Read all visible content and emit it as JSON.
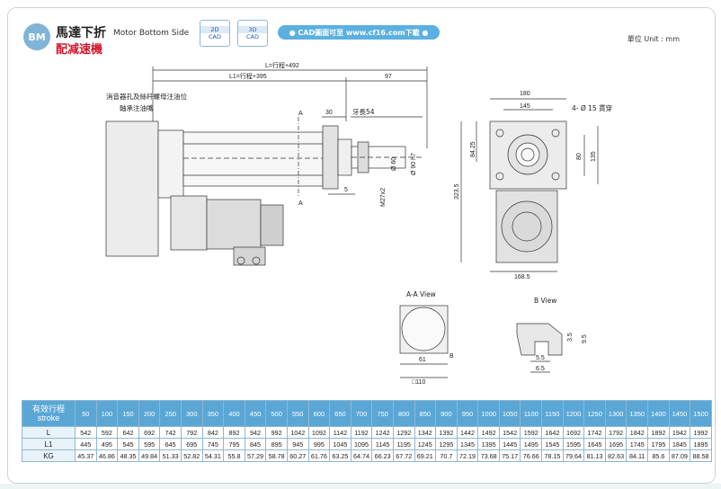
{
  "header": {
    "badge": "BM",
    "title": "馬達下折",
    "subtitle": "Motor Bottom Side",
    "red_title": "配减速機",
    "cad2d_top": "2D",
    "cad2d_bottom": "CAD",
    "cad3d_top": "3D",
    "cad3d_bottom": "CAD",
    "cad_link": "● CAD圖面可至 www.cf16.com下載 ●",
    "unit": "單位 Unit : mm"
  },
  "drawing": {
    "dim_L": "L=行程+492",
    "dim_L1": "L1=行程+395",
    "dim_97": "97",
    "dim_30": "30",
    "dim_thread": "牙長54",
    "dim_5": "5",
    "section_A": "A",
    "label_muffler": "消音器孔及絲杆螺母注油位",
    "label_bearing": "軸承注油嘴",
    "dim_phi60": "Ø 60",
    "dim_phi90": "Ø 90 h7",
    "dim_M27": "M27x2",
    "dim_180": "180",
    "dim_145": "145",
    "dim_holes": "4- Ø 15 貫穿",
    "dim_84_25": "84.25",
    "dim_80": "80",
    "dim_135": "135",
    "dim_323_5": "323.5",
    "dim_168_5": "168.5",
    "aa_view": "A-A View",
    "b_view": "B View",
    "dim_61": "61",
    "dim_B": "B",
    "dim_110": "□110",
    "dim_3_5": "3.5",
    "dim_9_5": "9.5",
    "dim_5_5": "5.5",
    "dim_6_5": "6.5"
  },
  "table": {
    "header_cn": "有效行程",
    "header_en": "stroke",
    "strokes": [
      "50",
      "100",
      "150",
      "200",
      "250",
      "300",
      "350",
      "400",
      "450",
      "500",
      "550",
      "600",
      "650",
      "700",
      "750",
      "800",
      "850",
      "900",
      "950",
      "1000",
      "1050",
      "1100",
      "1150",
      "1200",
      "1250",
      "1300",
      "1350",
      "1400",
      "1450",
      "1500"
    ],
    "rows": [
      {
        "label": "L",
        "values": [
          "542",
          "592",
          "642",
          "692",
          "742",
          "792",
          "842",
          "892",
          "942",
          "992",
          "1042",
          "1092",
          "1142",
          "1192",
          "1242",
          "1292",
          "1342",
          "1392",
          "1442",
          "1492",
          "1542",
          "1592",
          "1642",
          "1692",
          "1742",
          "1792",
          "1842",
          "1892",
          "1942",
          "1992"
        ]
      },
      {
        "label": "L1",
        "values": [
          "445",
          "495",
          "545",
          "595",
          "645",
          "695",
          "745",
          "795",
          "845",
          "895",
          "945",
          "995",
          "1045",
          "1095",
          "1145",
          "1195",
          "1245",
          "1295",
          "1345",
          "1395",
          "1445",
          "1495",
          "1545",
          "1595",
          "1645",
          "1695",
          "1745",
          "1795",
          "1845",
          "1895"
        ]
      },
      {
        "label": "KG",
        "values": [
          "45.37",
          "46.86",
          "48.35",
          "49.84",
          "51.33",
          "52.82",
          "54.31",
          "55.8",
          "57.29",
          "58.78",
          "60.27",
          "61.76",
          "63.25",
          "64.74",
          "66.23",
          "67.72",
          "69.21",
          "70.7",
          "72.19",
          "73.68",
          "75.17",
          "76.66",
          "78.15",
          "79.64",
          "81.13",
          "82.63",
          "84.11",
          "85.6",
          "87.09",
          "88.58"
        ]
      }
    ]
  }
}
